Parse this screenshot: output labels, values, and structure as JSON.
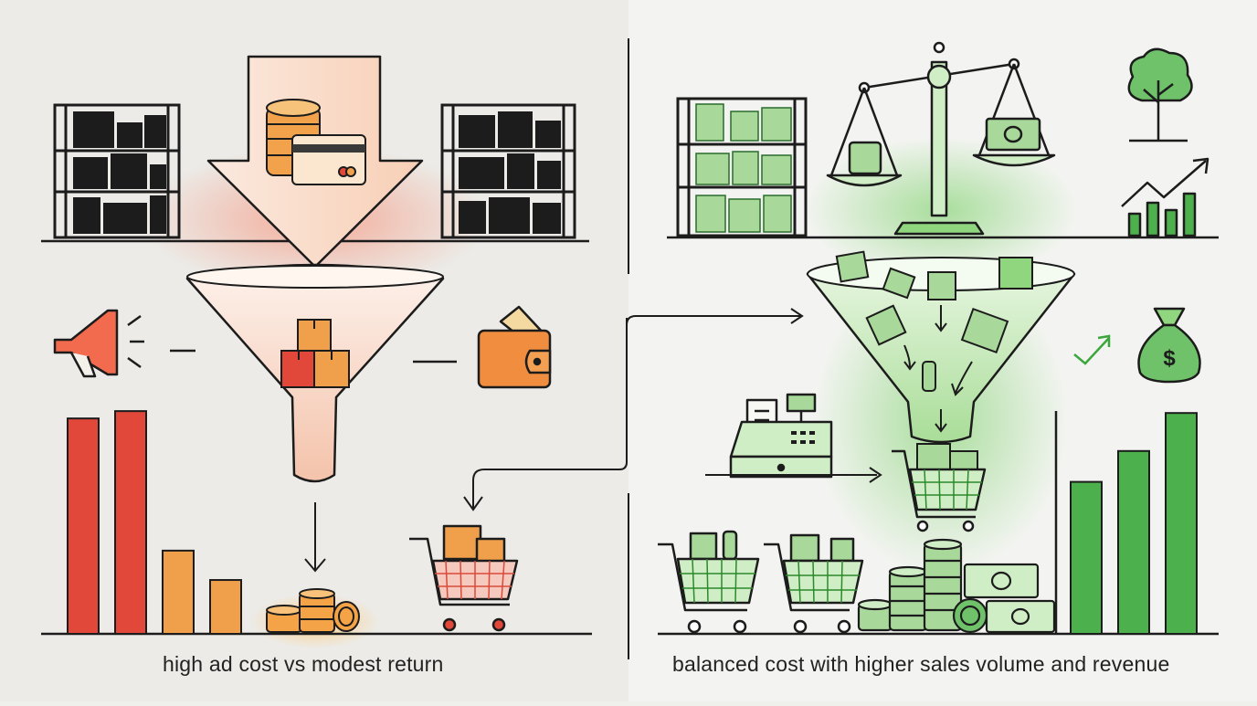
{
  "captions": {
    "left": "high ad cost vs modest return",
    "right": "balanced cost with higher sales volume and revenue"
  },
  "colors": {
    "left_red": "#e2483a",
    "left_orange": "#f0a04b",
    "right_green": "#4cb14c",
    "right_green_light": "#a8d99a",
    "ink": "#1c1c1c"
  },
  "icons": {
    "left": [
      "warehouse-shelves-icon",
      "down-arrow-icon",
      "coins-icon",
      "credit-card-icon",
      "funnel-icon",
      "boxes-icon",
      "megaphone-icon",
      "wallet-icon",
      "shopping-cart-icon",
      "coin-stack-icon"
    ],
    "right": [
      "warehouse-shelves-icon",
      "balance-scale-icon",
      "tree-icon",
      "growth-chart-icon",
      "funnel-icon",
      "cash-register-icon",
      "shopping-cart-icon",
      "money-bag-icon",
      "check-arrow-icon",
      "cash-bills-icon"
    ]
  },
  "chart_data": [
    {
      "type": "bar",
      "title": "",
      "xlabel": "",
      "ylabel": "",
      "values": [
        0.88,
        0.91,
        0.34,
        0.22
      ],
      "colors": [
        "#e2483a",
        "#e2483a",
        "#f0a04b",
        "#f0a04b"
      ]
    },
    {
      "type": "bar",
      "title": "",
      "xlabel": "",
      "ylabel": "",
      "values": [
        0.64,
        0.77,
        0.93
      ],
      "colors": [
        "#4cb14c",
        "#4cb14c",
        "#4cb14c"
      ]
    }
  ]
}
